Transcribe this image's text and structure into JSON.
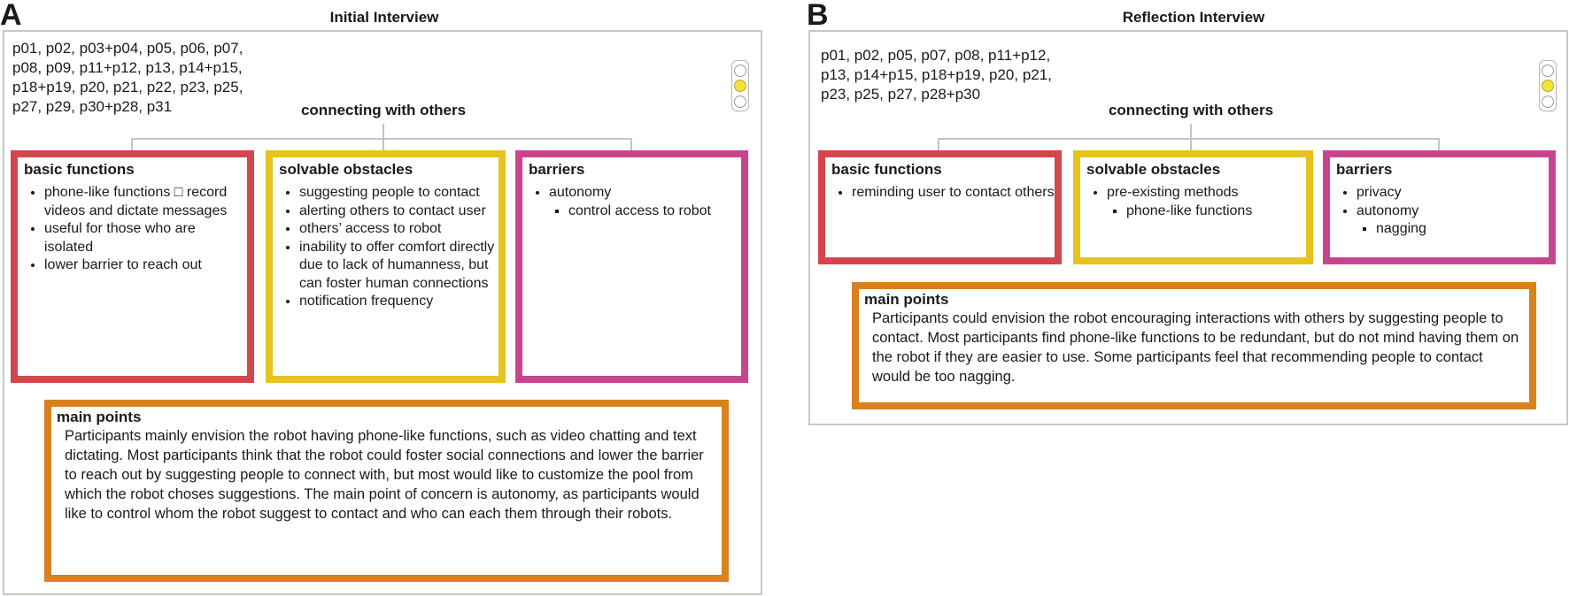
{
  "panelA": {
    "letter": "A",
    "title": "Initial Interview",
    "participants": "p01, p02, p03+p04, p05, p06, p07,\np08, p09, p11+p12, p13, p14+p15,\np18+p19, p20, p21, p22, p23, p25,\np27, p29, p30+p28, p31",
    "subtitle": "connecting with others",
    "traffic_light_state": "middle",
    "basic": {
      "title": "basic functions",
      "items": [
        "phone-like functions □ record videos and dictate messages",
        "useful for those who are isolated",
        "lower barrier to reach out"
      ]
    },
    "solvable": {
      "title": "solvable obstacles",
      "items": [
        "suggesting people to contact",
        "alerting others to contact user",
        "others’ access to robot",
        "inability to offer comfort directly due to lack of humanness, but can foster human connections",
        "notification frequency"
      ]
    },
    "barriers": {
      "title": "barriers",
      "item": "autonomy",
      "subitem": "control access to robot"
    },
    "main": {
      "title": "main points",
      "text": "Participants mainly envision the robot having phone-like functions, such as video chatting and text dictating. Most participants think that the robot could foster social connections and lower the barrier to reach out by suggesting people to connect with, but most would like to customize the pool from which the robot choses suggestions. The main point of concern is autonomy, as participants would like to control whom the robot suggest to contact and who can each them through their robots."
    }
  },
  "panelB": {
    "letter": "B",
    "title": "Reflection Interview",
    "participants": "p01, p02, p05, p07, p08, p11+p12,\np13, p14+p15, p18+p19, p20, p21,\np23, p25, p27, p28+p30",
    "subtitle": "connecting with others",
    "traffic_light_state": "middle",
    "basic": {
      "title": "basic functions",
      "item": "reminding user to contact others"
    },
    "solvable": {
      "title": "solvable obstacles",
      "item": "pre-existing methods",
      "subitem": "phone-like functions"
    },
    "barriers": {
      "title": "barriers",
      "item1": "privacy",
      "item2": "autonomy",
      "subitem": "nagging"
    },
    "main": {
      "title": "main points",
      "text": "Participants could envision the robot encouraging interactions with others by suggesting people to contact. Most participants find phone-like functions to be redundant, but do not mind having them on the robot if they are easier to use. Some participants feel that recommending people to contact would be too nagging."
    }
  },
  "colors": {
    "basic": "#d3464b",
    "solvable": "#e6c31f",
    "barriers": "#c9448f",
    "main": "#d8821f",
    "frame": "#c9c9c5",
    "light_on": "#f2e33a"
  }
}
